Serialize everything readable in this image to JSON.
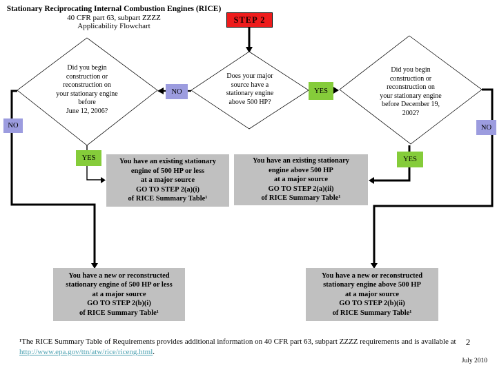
{
  "title": {
    "line1": "Stationary Reciprocating Internal Combustion Engines (RICE)",
    "line2": "40 CFR part 63, subpart ZZZZ",
    "line3": "Applicability Flowchart"
  },
  "step_badge": "STEP 2",
  "labels": {
    "no": "NO",
    "yes": "YES"
  },
  "diamonds": {
    "left": {
      "text": "Did you begin\nconstruction or\nreconstruction on\nyour stationary engine\nbefore\nJune 12, 2006?"
    },
    "center": {
      "text": "Does your major\nsource have a\nstationary engine\nabove 500 HP?"
    },
    "right": {
      "text": "Did you begin\nconstruction or\nreconstruction on\nyour stationary engine\nbefore December 19,\n2002?"
    }
  },
  "outcome_boxes": {
    "existing_small": "You have an existing stationary\nengine of 500 HP or less\nat a major source\nGO TO STEP 2(a)(i)\nof RICE Summary Table¹",
    "existing_large": "You have an existing stationary\nengine above 500 HP\nat a major source\nGO TO STEP 2(a)(ii)\nof RICE Summary Table¹",
    "new_small": "You have a new or reconstructed\nstationary engine of 500 HP or less\nat a major source\nGO TO STEP 2(b)(i)\nof RICE Summary Table¹",
    "new_large": "You have a new or reconstructed\nstationary engine above 500 HP\nat a major source\nGO TO STEP 2(b)(ii)\nof RICE Summary Table¹"
  },
  "footnote": {
    "text": "¹The RICE Summary Table of Requirements provides additional information on 40 CFR part 63, subpart ZZZZ requirements and is available at",
    "link": "http://www.epa.gov/ttn/atw/rice/riceng.html",
    "link_suffix": "."
  },
  "page_number": "2",
  "date": "July 2010",
  "colors": {
    "step-red": "#ee1c1c",
    "no-fill": "#9c9cdf",
    "yes-fill": "#85cc3a",
    "outcome-gray": "#c0c0c0",
    "link-teal": "#4aa0b0"
  }
}
